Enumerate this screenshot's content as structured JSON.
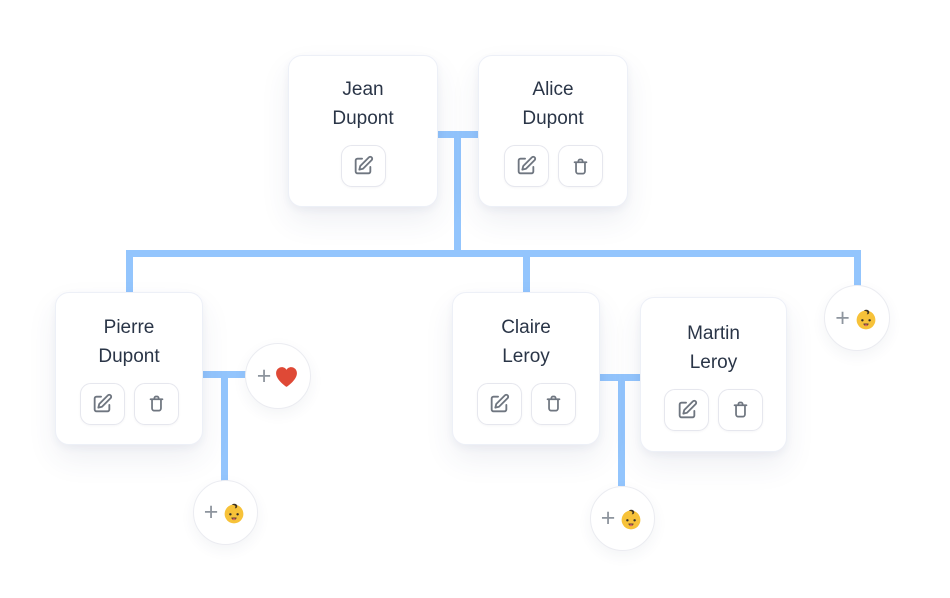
{
  "canvas": {
    "background": "#ffffff",
    "connector_color": "#93c5fd"
  },
  "people": [
    {
      "first": "Jean",
      "last": "Dupont",
      "buttons": [
        "edit"
      ]
    },
    {
      "first": "Alice",
      "last": "Dupont",
      "buttons": [
        "edit",
        "delete"
      ]
    },
    {
      "first": "Pierre",
      "last": "Dupont",
      "buttons": [
        "edit",
        "delete"
      ]
    },
    {
      "first": "Claire",
      "last": "Leroy",
      "buttons": [
        "edit",
        "delete"
      ]
    },
    {
      "first": "Martin",
      "last": "Leroy",
      "buttons": [
        "edit",
        "delete"
      ]
    }
  ],
  "add_buttons": {
    "partner_pierre": {
      "plus": "+",
      "emoji": "❤️",
      "icon": "red-heart"
    },
    "child_jean_alice": {
      "plus": "+",
      "emoji": "👶",
      "icon": "baby"
    },
    "child_pierre": {
      "plus": "+",
      "emoji": "👶",
      "icon": "baby"
    },
    "child_claire_martin": {
      "plus": "+",
      "emoji": "👶",
      "icon": "baby"
    }
  }
}
